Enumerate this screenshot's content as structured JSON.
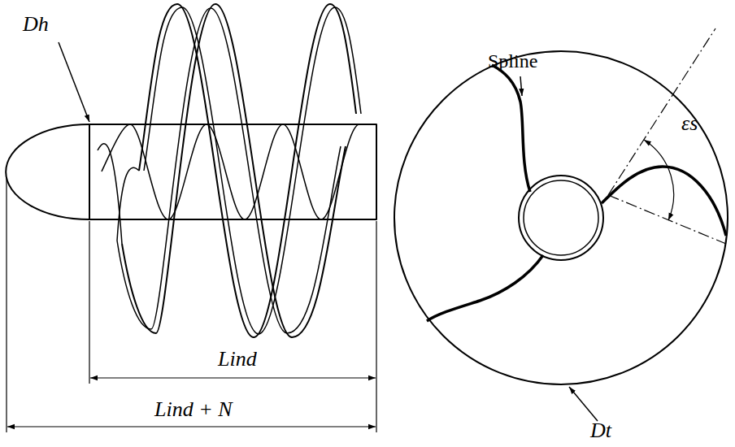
{
  "diagram": {
    "labels": [
      "Dh",
      "Lind",
      "Lind + N",
      "Spline",
      "εs",
      "Dt"
    ]
  }
}
